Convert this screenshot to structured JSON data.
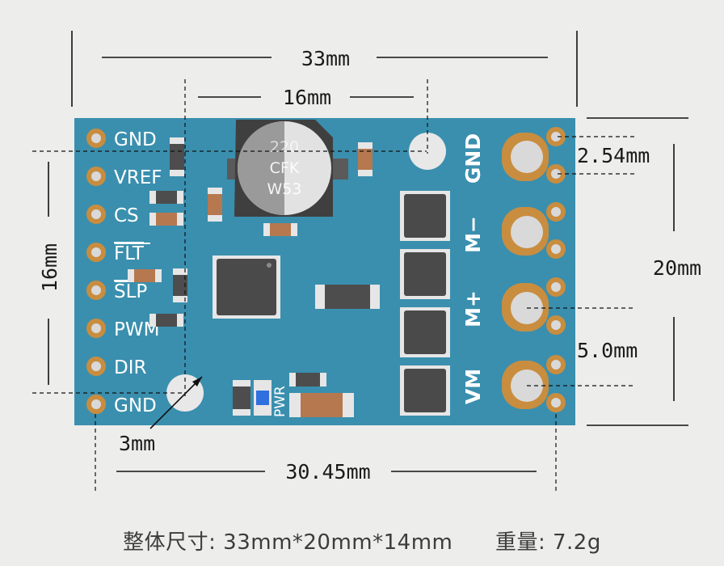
{
  "colors": {
    "background": "#ededeb",
    "board": "#3a8fae",
    "pad_gold": "#c98d3f",
    "pad_metal": "#d9d9d9",
    "silkscreen": "#ffffff",
    "dimension_line": "#111111",
    "power_led": "#2f6fe0"
  },
  "dimensions": {
    "overall_width": "33mm",
    "mount_hole_spacing": "16mm",
    "left_height": "16mm",
    "right_height": "20mm",
    "pin_pitch": "2.54mm",
    "screw_pitch": "5.0mm",
    "hole_diameter": "3mm",
    "header_span": "30.45mm"
  },
  "left_pins": [
    {
      "label": "GND",
      "overline": false
    },
    {
      "label": "VREF",
      "overline": false
    },
    {
      "label": "CS",
      "overline": false
    },
    {
      "label": "FLT",
      "overline": true
    },
    {
      "label": "SLP",
      "overline": true
    },
    {
      "label": "PWM",
      "overline": false
    },
    {
      "label": "DIR",
      "overline": false
    },
    {
      "label": "GND",
      "overline": false
    }
  ],
  "right_terminals": [
    "GND",
    "M−",
    "M+",
    "VM"
  ],
  "capacitor_marking": [
    "220",
    "CFK",
    "W53"
  ],
  "led_label": "PWR",
  "caption": {
    "size_label": "整体尺寸:",
    "size_value": "33mm*20mm*14mm",
    "weight_label": "重量:",
    "weight_value": "7.2g"
  }
}
